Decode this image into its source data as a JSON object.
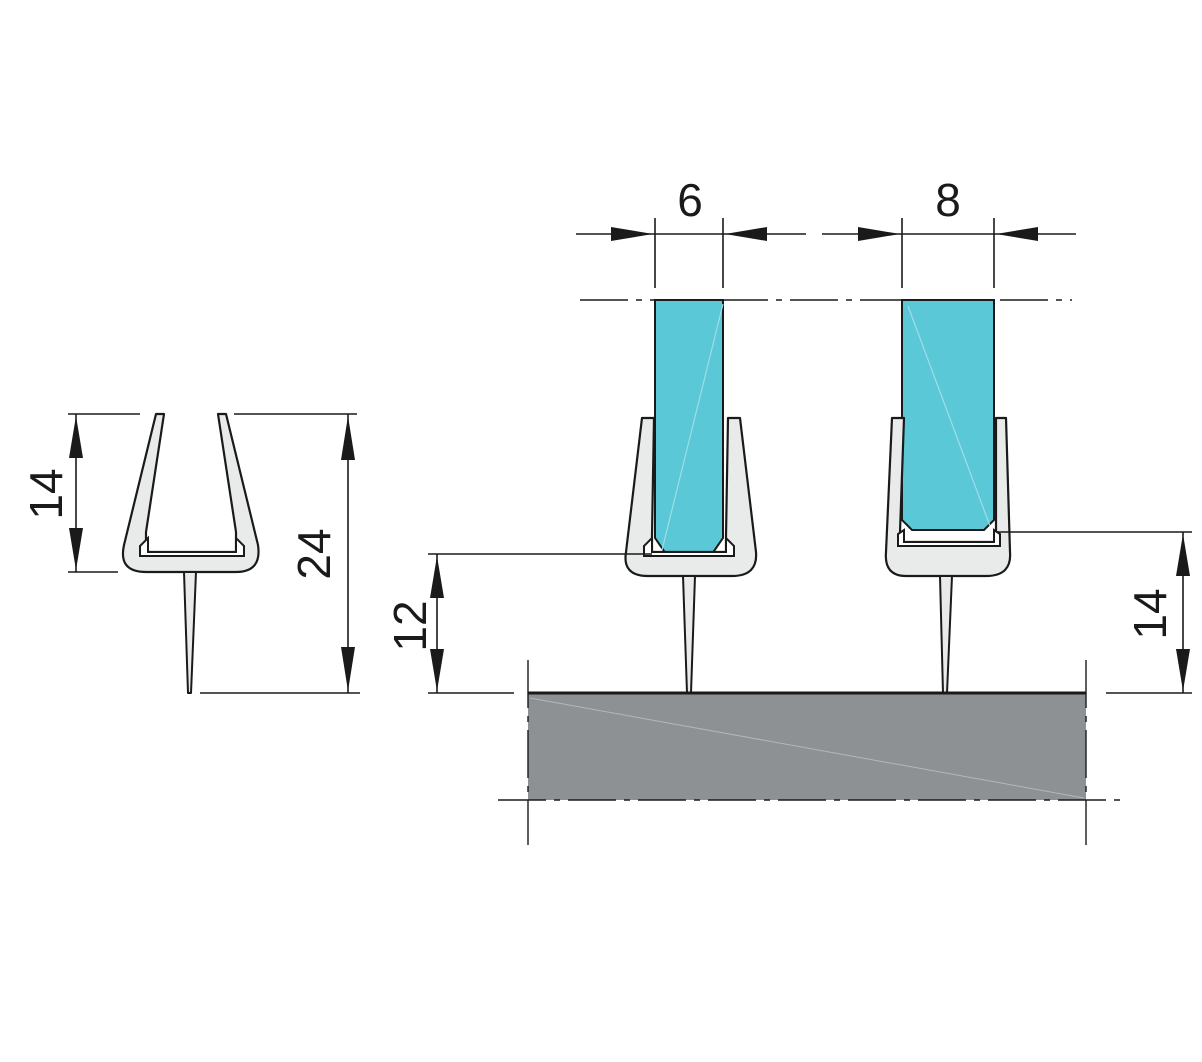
{
  "dimensions": {
    "seal_channel_height": "14",
    "seal_total_height": "24",
    "glass_thickness_a": "6",
    "glass_thickness_b": "8",
    "mount_height_a": "12",
    "mount_height_b": "14"
  },
  "colors": {
    "glass": "#5bc8d8",
    "seal": "#e9ebeb",
    "base": "#8e9194",
    "line": "#1a1a1a"
  }
}
